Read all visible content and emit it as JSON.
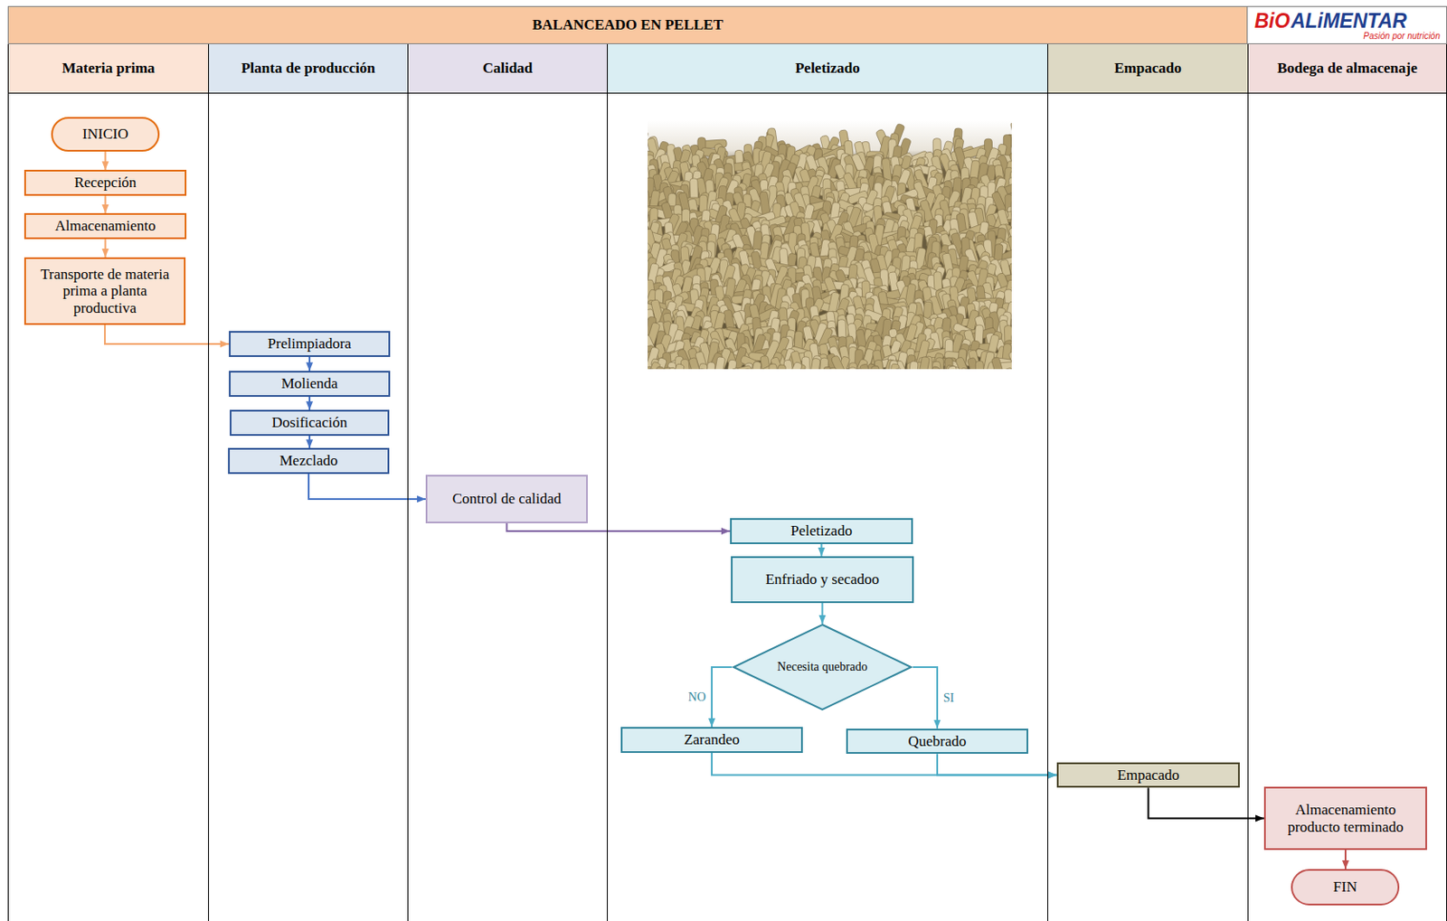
{
  "diagram": {
    "title": "BALANCEADO EN PELLET",
    "nodes": [
      {
        "text": [
          "Materia prima"
        ]
      },
      {
        "text": [
          "Planta de producción"
        ]
      },
      {
        "text": [
          "Calidad"
        ]
      },
      {
        "text": [
          "Peletizado"
        ]
      },
      {
        "text": [
          "Empacado"
        ]
      },
      {
        "text": [
          "Bodega de almacenaje"
        ]
      },
      {
        "text": [
          "INICIO"
        ],
        "in": 0
      },
      {
        "text": [
          "Recepción"
        ],
        "in": 0
      },
      {
        "text": [
          "Almacenamiento"
        ],
        "in": 0
      },
      {
        "text": [
          "Transporte de materia prima a planta productiva"
        ],
        "in": 0
      },
      {
        "text": [
          "Prelimpiadora"
        ],
        "in": 1
      },
      {
        "text": [
          "Molienda"
        ],
        "in": 1
      },
      {
        "text": [
          "Dosificación"
        ],
        "in": 1
      },
      {
        "text": [
          "Mezclado"
        ],
        "in": 1
      },
      {
        "text": [
          "Control de calidad"
        ],
        "in": 2
      },
      {
        "text": [
          "Peletizado"
        ],
        "in": 3
      },
      {
        "text": [
          "Enfriado y secadoo"
        ],
        "in": 3
      },
      {
        "text": [
          "Necesita quebrado"
        ],
        "in": 3
      },
      {
        "text": [
          "Zarandeo"
        ],
        "in": 3
      },
      {
        "text": [
          "Quebrado"
        ],
        "in": 3
      },
      {
        "text": [
          "Empacado"
        ],
        "in": 4
      },
      {
        "text": [
          "Almacenamiento producto terminado"
        ],
        "in": 5
      },
      {
        "text": [
          "FIN"
        ],
        "in": 5
      }
    ],
    "edges": [
      {
        "from": 6,
        "to": 7,
        "arrow": "to"
      },
      {
        "from": 7,
        "to": 8,
        "arrow": "to"
      },
      {
        "from": 8,
        "to": 9,
        "arrow": "to"
      },
      {
        "from": 9,
        "to": 10,
        "arrow": "to"
      },
      {
        "from": 10,
        "to": 11,
        "arrow": "to"
      },
      {
        "from": 11,
        "to": 12,
        "arrow": "to"
      },
      {
        "from": 12,
        "to": 13,
        "arrow": "to"
      },
      {
        "from": 13,
        "to": 14,
        "arrow": "to"
      },
      {
        "from": 14,
        "to": 15,
        "arrow": "to"
      },
      {
        "from": 15,
        "to": 16,
        "arrow": "to"
      },
      {
        "from": 16,
        "to": 17,
        "arrow": "to"
      },
      {
        "from": 17,
        "to": 18,
        "label": "NO",
        "arrow": "to"
      },
      {
        "from": 17,
        "to": 19,
        "label": "SI",
        "arrow": "to"
      },
      {
        "from": 18,
        "to": 20,
        "arrow": "to"
      },
      {
        "from": 19,
        "to": 20,
        "arrow": "to"
      },
      {
        "from": 20,
        "to": 21,
        "arrow": "to"
      },
      {
        "from": 21,
        "to": 22,
        "arrow": "to"
      }
    ],
    "labels": [
      "BiO",
      "ALiMENTAR",
      "Pasión por nutrición"
    ]
  }
}
